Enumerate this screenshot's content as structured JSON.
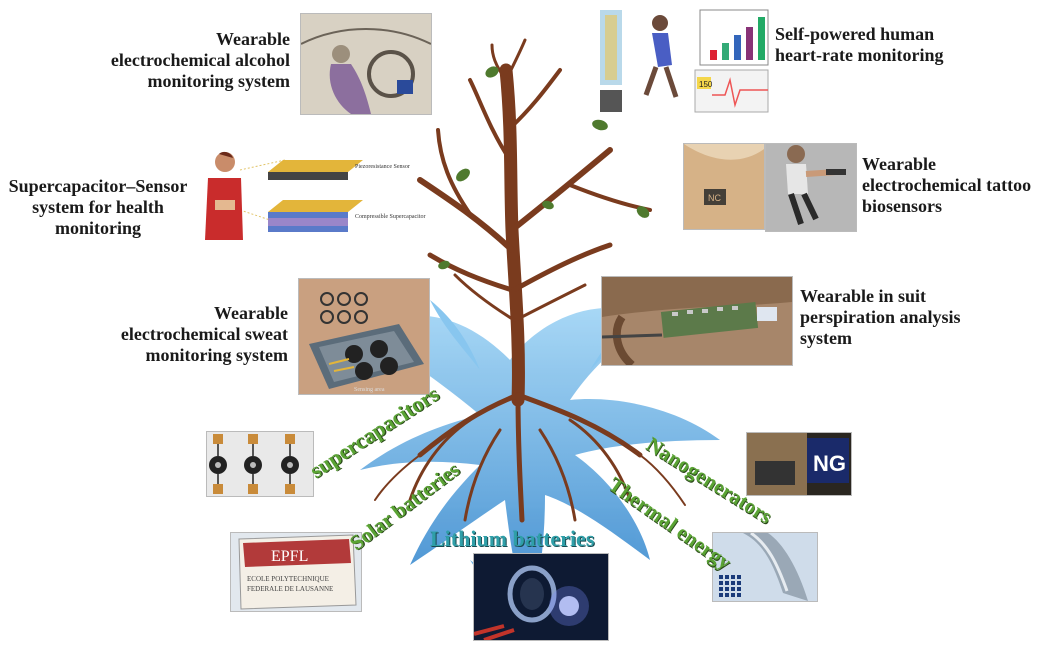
{
  "labels": {
    "alcohol": [
      "Wearable",
      "electrochemical alcohol",
      "monitoring system"
    ],
    "heart": [
      "Self-powered human",
      "heart-rate monitoring"
    ],
    "supercap_sensor": [
      "Supercapacitor–Sensor",
      "system for health",
      "monitoring"
    ],
    "tattoo": [
      "Wearable",
      "electrochemical tattoo",
      "biosensors"
    ],
    "sweat": [
      "Wearable",
      "electrochemical sweat",
      "monitoring system"
    ],
    "perspiration": [
      "Wearable in suit",
      "perspiration analysis",
      "system"
    ]
  },
  "energy": {
    "supercapacitors": "supercapacitors",
    "solar": "Solar batteries",
    "lithium": "Lithium batteries",
    "nano": "Nanogenerators",
    "thermal": "Thermal energy"
  },
  "inset_text": {
    "piezo": "Piezoresistance Sensor",
    "compressible": "Compressible Supercapacitor",
    "sensing": "Sensing area",
    "hr": "150",
    "tattoo_mark": "NC",
    "ng": "NG",
    "epfl": "EPFL",
    "epfl_sub1": "ECOLE POLYTECHNIQUE",
    "epfl_sub2": "FEDERALE DE LAUSANNE"
  },
  "colors": {
    "trunk": "#7a3b1e",
    "leaf": "#4f7a2e",
    "water": "#3d8fd1",
    "energy_text": "#5aa334",
    "lithium_text": "#2f9fa8"
  }
}
